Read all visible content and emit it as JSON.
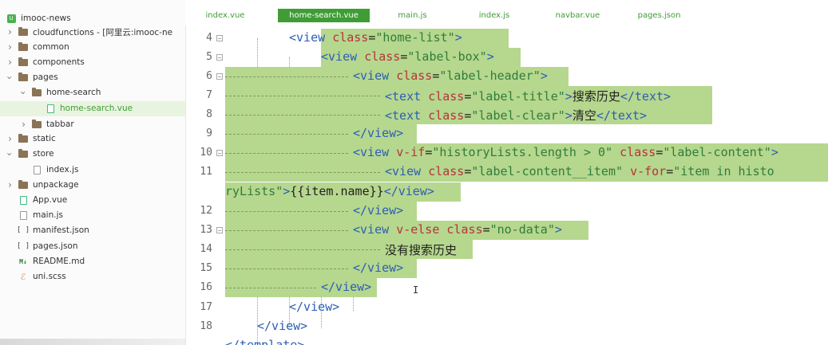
{
  "sidebar": {
    "items": [
      {
        "label": "imooc-news",
        "icon": "project-icon",
        "depth": 0,
        "chevron": ""
      },
      {
        "label": "cloudfunctions - [阿里云:imooc-ne",
        "icon": "folder-icon",
        "depth": 0,
        "chevron": "right"
      },
      {
        "label": "common",
        "icon": "folder-icon",
        "depth": 0,
        "chevron": "right"
      },
      {
        "label": "components",
        "icon": "folder-icon",
        "depth": 0,
        "chevron": "right"
      },
      {
        "label": "pages",
        "icon": "folder-icon",
        "depth": 0,
        "chevron": "down"
      },
      {
        "label": "home-search",
        "icon": "folder-icon",
        "depth": 1,
        "chevron": "down"
      },
      {
        "label": "home-search.vue",
        "icon": "vue-file-icon",
        "depth": 2,
        "chevron": "",
        "selected": true
      },
      {
        "label": "tabbar",
        "icon": "folder-icon",
        "depth": 1,
        "chevron": "right"
      },
      {
        "label": "static",
        "icon": "folder-icon",
        "depth": 0,
        "chevron": "right"
      },
      {
        "label": "store",
        "icon": "folder-icon",
        "depth": 0,
        "chevron": "down"
      },
      {
        "label": "index.js",
        "icon": "js-file-icon",
        "depth": 1,
        "chevron": ""
      },
      {
        "label": "unpackage",
        "icon": "folder-icon",
        "depth": 0,
        "chevron": "right"
      },
      {
        "label": "App.vue",
        "icon": "vue-file-icon",
        "depth": 0,
        "chevron": ""
      },
      {
        "label": "main.js",
        "icon": "js-file-icon",
        "depth": 0,
        "chevron": ""
      },
      {
        "label": "manifest.json",
        "icon": "json-file-icon",
        "depth": 0,
        "chevron": ""
      },
      {
        "label": "pages.json",
        "icon": "json-file-icon",
        "depth": 0,
        "chevron": ""
      },
      {
        "label": "README.md",
        "icon": "markdown-file-icon",
        "depth": 0,
        "chevron": ""
      },
      {
        "label": "uni.scss",
        "icon": "scss-file-icon",
        "depth": 0,
        "chevron": ""
      }
    ]
  },
  "tabs": [
    {
      "label": "index.vue",
      "active": false
    },
    {
      "label": "home-search.vue",
      "active": true
    },
    {
      "label": "main.js",
      "active": false
    },
    {
      "label": "index.js",
      "active": false
    },
    {
      "label": "navbar.vue",
      "active": false
    },
    {
      "label": "pages.json",
      "active": false
    }
  ],
  "editor": {
    "lines": [
      {
        "num": "4",
        "fold": true,
        "tokens": [
          [
            "tg",
            "<view "
          ],
          [
            "at",
            "class"
          ],
          [
            "tx",
            "="
          ],
          [
            "st",
            "\"home-list\""
          ],
          [
            "tg",
            ">"
          ]
        ]
      },
      {
        "num": "5",
        "fold": true,
        "tokens": [
          [
            "tg",
            "<view "
          ],
          [
            "at",
            "class"
          ],
          [
            "tx",
            "="
          ],
          [
            "st",
            "\"label-box\""
          ],
          [
            "tg",
            ">"
          ]
        ]
      },
      {
        "num": "6",
        "fold": true,
        "tokens": [
          [
            "tg",
            "<view "
          ],
          [
            "at",
            "class"
          ],
          [
            "tx",
            "="
          ],
          [
            "st",
            "\"label-header\""
          ],
          [
            "tg",
            ">"
          ]
        ]
      },
      {
        "num": "7",
        "fold": false,
        "tokens": [
          [
            "tg",
            "<text "
          ],
          [
            "at",
            "class"
          ],
          [
            "tx",
            "="
          ],
          [
            "st",
            "\"label-title\""
          ],
          [
            "tg",
            ">"
          ],
          [
            "tx",
            "搜索历史"
          ],
          [
            "tg",
            "</text>"
          ]
        ]
      },
      {
        "num": "8",
        "fold": false,
        "tokens": [
          [
            "tg",
            "<text "
          ],
          [
            "at",
            "class"
          ],
          [
            "tx",
            "="
          ],
          [
            "st",
            "\"label-clear\""
          ],
          [
            "tg",
            ">"
          ],
          [
            "tx",
            "清空"
          ],
          [
            "tg",
            "</text>"
          ]
        ]
      },
      {
        "num": "9",
        "fold": false,
        "tokens": [
          [
            "tg",
            "</view>"
          ]
        ]
      },
      {
        "num": "10",
        "fold": true,
        "tokens": [
          [
            "tg",
            "<view "
          ],
          [
            "at",
            "v-if"
          ],
          [
            "tx",
            "="
          ],
          [
            "st",
            "\"historyLists.length > 0\" "
          ],
          [
            "at",
            "class"
          ],
          [
            "tx",
            "="
          ],
          [
            "st",
            "\"label-content\""
          ],
          [
            "tg",
            ">"
          ]
        ]
      },
      {
        "num": "11",
        "fold": false,
        "tokens": [
          [
            "tg",
            "<view "
          ],
          [
            "at",
            "class"
          ],
          [
            "tx",
            "="
          ],
          [
            "st",
            "\"label-content__item\" "
          ],
          [
            "at",
            "v-for"
          ],
          [
            "tx",
            "="
          ],
          [
            "st",
            "\"item in histo"
          ]
        ]
      },
      {
        "num": "",
        "fold": false,
        "tokens": [
          [
            "st",
            "ryLists\""
          ],
          [
            "tg",
            ">"
          ],
          [
            "tx",
            "{{item.name}}"
          ],
          [
            "tg",
            "</view>"
          ]
        ]
      },
      {
        "num": "12",
        "fold": false,
        "tokens": [
          [
            "tg",
            "</view>"
          ]
        ]
      },
      {
        "num": "13",
        "fold": true,
        "tokens": [
          [
            "tg",
            "<view "
          ],
          [
            "at",
            "v-else "
          ],
          [
            "at",
            "class"
          ],
          [
            "tx",
            "="
          ],
          [
            "st",
            "\"no-data\""
          ],
          [
            "tg",
            ">"
          ]
        ]
      },
      {
        "num": "14",
        "fold": false,
        "tokens": [
          [
            "tx",
            "没有搜索历史"
          ]
        ]
      },
      {
        "num": "15",
        "fold": false,
        "tokens": [
          [
            "tg",
            "</view>"
          ]
        ]
      },
      {
        "num": "16",
        "fold": false,
        "tokens": [
          [
            "tg",
            "</view>"
          ]
        ]
      },
      {
        "num": "17",
        "fold": false,
        "tokens": [
          [
            "tg",
            "</view>"
          ]
        ]
      },
      {
        "num": "18",
        "fold": false,
        "tokens": [
          [
            "tg",
            "</view>"
          ]
        ]
      },
      {
        "num": "",
        "fold": false,
        "tokens": [
          [
            "tg",
            "</template>"
          ]
        ]
      }
    ]
  },
  "colors": {
    "accent": "#3f9d35",
    "selection": "#b6d78e",
    "tag": "#2c5fb3",
    "attr": "#b4343b",
    "string": "#2f7d3a"
  }
}
